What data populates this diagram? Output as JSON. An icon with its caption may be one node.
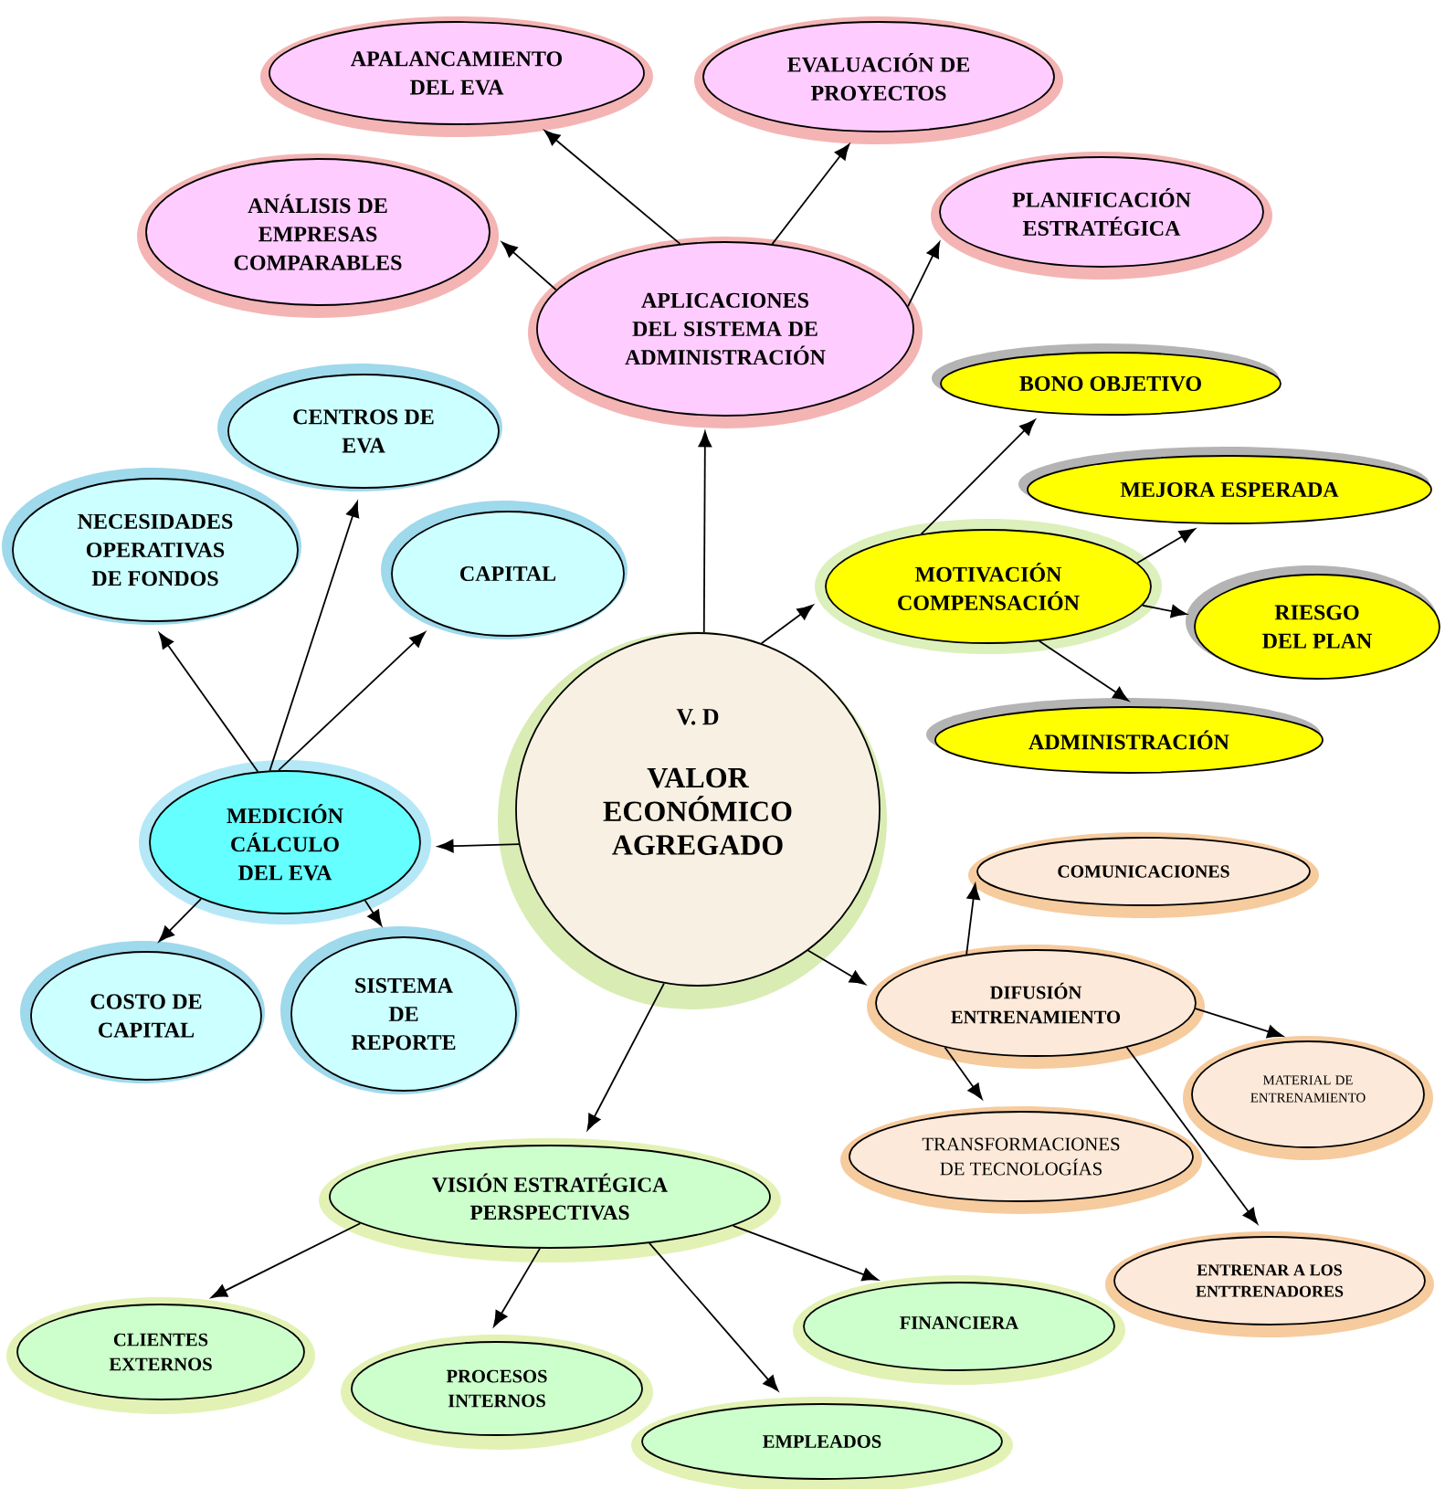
{
  "diagram": {
    "nodes": [
      {
        "text": [
          "V. D",
          "VALOR ECONÓMICO AGREGADO"
        ]
      },
      {
        "text": [
          "APLICACIONES DEL SISTEMA DE ADMINISTRACIÓN"
        ]
      },
      {
        "text": [
          "APALANCAMIENTO DEL EVA"
        ]
      },
      {
        "text": [
          "EVALUACIÓN DE PROYECTOS"
        ]
      },
      {
        "text": [
          "ANÁLISIS DE EMPRESAS COMPARABLES"
        ]
      },
      {
        "text": [
          "PLANIFICACIÓN ESTRATÉGICA"
        ]
      },
      {
        "text": [
          "CENTROS DE EVA"
        ]
      },
      {
        "text": [
          "NECESIDADES OPERATIVAS DE FONDOS"
        ]
      },
      {
        "text": [
          "CAPITAL"
        ]
      },
      {
        "text": [
          "MEDICIÓN CÁLCULO DEL EVA"
        ]
      },
      {
        "text": [
          "COSTO DE CAPITAL"
        ]
      },
      {
        "text": [
          "SISTEMA DE REPORTE"
        ]
      },
      {
        "text": [
          "MOTIVACIÓN COMPENSACIÓN"
        ]
      },
      {
        "text": [
          "BONO OBJETIVO"
        ]
      },
      {
        "text": [
          "MEJORA ESPERADA"
        ]
      },
      {
        "text": [
          "RIESGO DEL PLAN"
        ]
      },
      {
        "text": [
          "ADMINISTRACIÓN"
        ]
      },
      {
        "text": [
          "DIFUSIÓN ENTRENAMIENTO"
        ]
      },
      {
        "text": [
          "COMUNICACIONES"
        ]
      },
      {
        "text": [
          "MATERIAL DE ENTRENAMIENTO"
        ]
      },
      {
        "text": [
          "TRANSFORMACIONES DE TECNOLOGÍAS"
        ]
      },
      {
        "text": [
          "ENTRENAR A LOS ENTTRENADORES"
        ]
      },
      {
        "text": [
          "VISIÓN ESTRATÉGICA PERSPECTIVAS"
        ]
      },
      {
        "text": [
          "CLIENTES EXTERNOS"
        ]
      },
      {
        "text": [
          "PROCESOS INTERNOS"
        ]
      },
      {
        "text": [
          "EMPLEADOS"
        ]
      },
      {
        "text": [
          "FINANCIERA"
        ]
      }
    ],
    "edges": [
      {
        "from": 0,
        "to": 1,
        "arrow": "to"
      },
      {
        "from": 1,
        "to": 2,
        "arrow": "to"
      },
      {
        "from": 1,
        "to": 3,
        "arrow": "to"
      },
      {
        "from": 1,
        "to": 4,
        "arrow": "to"
      },
      {
        "from": 1,
        "to": 5,
        "arrow": "to"
      },
      {
        "from": 0,
        "to": 9,
        "arrow": "to"
      },
      {
        "from": 9,
        "to": 7,
        "arrow": "to"
      },
      {
        "from": 9,
        "to": 6,
        "arrow": "to"
      },
      {
        "from": 9,
        "to": 8,
        "arrow": "to"
      },
      {
        "from": 9,
        "to": 10,
        "arrow": "to"
      },
      {
        "from": 9,
        "to": 11,
        "arrow": "to"
      },
      {
        "from": 0,
        "to": 12,
        "arrow": "to"
      },
      {
        "from": 12,
        "to": 13,
        "arrow": "to"
      },
      {
        "from": 12,
        "to": 14,
        "arrow": "to"
      },
      {
        "from": 12,
        "to": 15,
        "arrow": "to"
      },
      {
        "from": 12,
        "to": 16,
        "arrow": "to"
      },
      {
        "from": 0,
        "to": 17,
        "arrow": "to"
      },
      {
        "from": 17,
        "to": 18,
        "arrow": "to"
      },
      {
        "from": 17,
        "to": 19,
        "arrow": "to"
      },
      {
        "from": 17,
        "to": 20,
        "arrow": "to"
      },
      {
        "from": 17,
        "to": 21,
        "arrow": "to"
      },
      {
        "from": 0,
        "to": 22,
        "arrow": "to"
      },
      {
        "from": 22,
        "to": 23,
        "arrow": "to"
      },
      {
        "from": 22,
        "to": 24,
        "arrow": "to"
      },
      {
        "from": 22,
        "to": 25,
        "arrow": "to"
      },
      {
        "from": 22,
        "to": 26,
        "arrow": "to"
      }
    ]
  }
}
